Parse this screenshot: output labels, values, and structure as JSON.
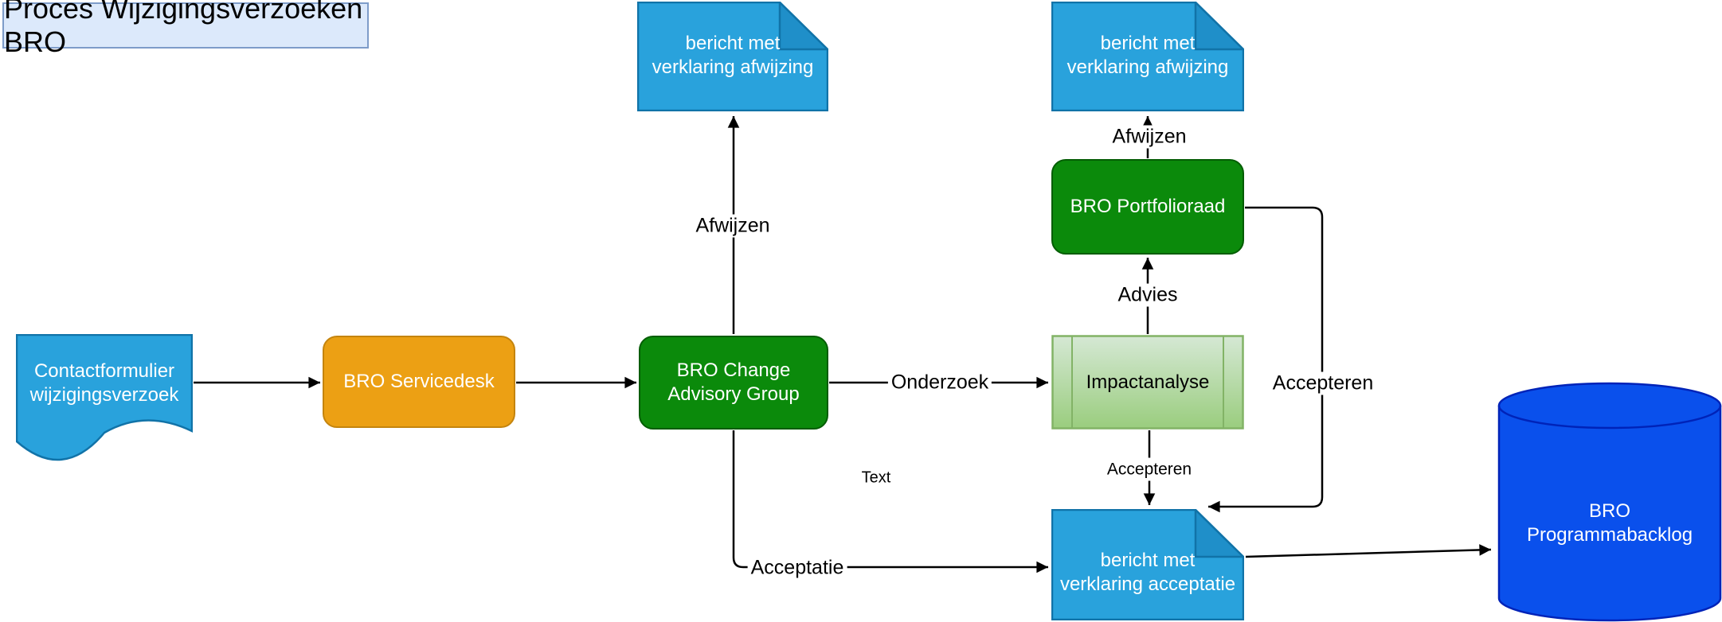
{
  "title": "Proces Wijzigingsverzoeken BRO",
  "nodes": {
    "contactformulier": {
      "label": "Contactformulier\nwijzigingsverzoek",
      "shape": "document"
    },
    "servicedesk": {
      "label": "BRO Servicedesk",
      "shape": "rounded-rectangle"
    },
    "change_advisory": {
      "label": "BRO Change\nAdvisory Group",
      "shape": "rounded-rectangle"
    },
    "doc_afwijzing_1": {
      "label": "bericht met\nverklaring afwijzing",
      "shape": "note"
    },
    "doc_afwijzing_2": {
      "label": "bericht met\nverklaring afwijzing",
      "shape": "note"
    },
    "portfolioraad": {
      "label": "BRO Portfolioraad",
      "shape": "rounded-rectangle"
    },
    "impactanalyse": {
      "label": "Impactanalyse",
      "shape": "process"
    },
    "doc_acceptatie": {
      "label": "bericht met\nverklaring acceptatie",
      "shape": "note"
    },
    "programmabacklog": {
      "label": "BRO\nProgrammabacklog",
      "shape": "cylinder"
    }
  },
  "edge_labels": {
    "afwijzen_cag": "Afwijzen",
    "afwijzen_portfolioraad": "Afwijzen",
    "advies": "Advies",
    "onderzoek": "Onderzoek",
    "accepteren_right": "Accepteren",
    "accepteren_down": "Accepteren",
    "acceptatie": "Acceptatie",
    "stray_text": "Text"
  },
  "colors": {
    "title-fill": "#dce9fb",
    "title-stroke": "#7e9cc9",
    "orange-fill": "#eca014",
    "orange-stroke": "#c4840e",
    "green-fill": "#0b8a0b",
    "green-stroke": "#045d04",
    "doc-fill": "#29a2dc",
    "doc-fold": "#1f8fc9",
    "doc-stroke": "#1173a8",
    "impact-top": "#d5e8d4",
    "impact-bottom": "#9acd7e",
    "impact-stroke": "#82b366",
    "cyl-fill": "#0a50ec",
    "cyl-stroke": "#0023b8",
    "line-color": "#000000"
  }
}
